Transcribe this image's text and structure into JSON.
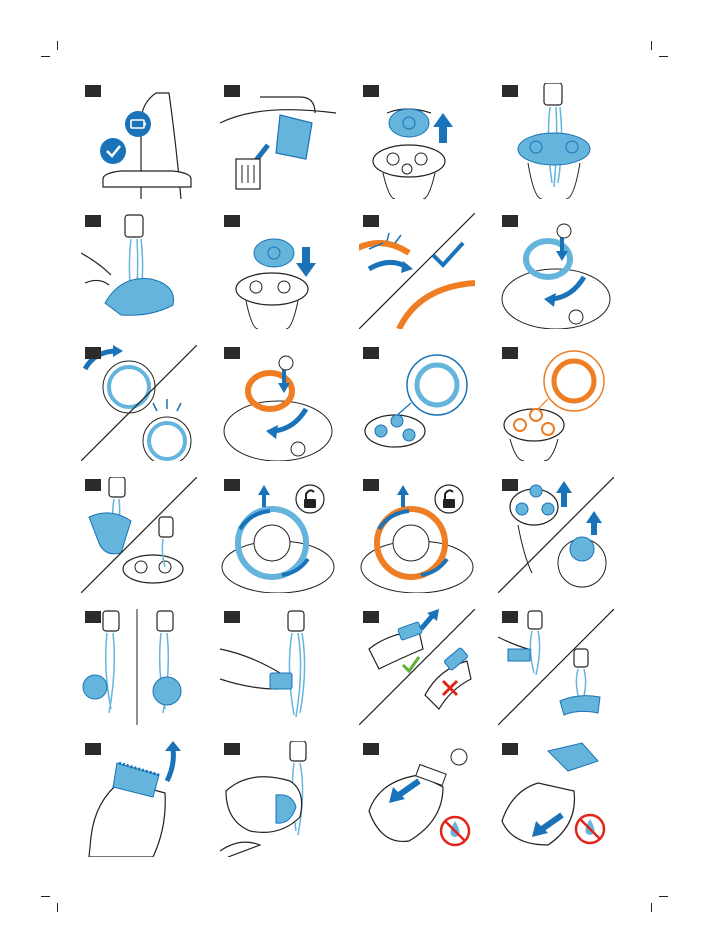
{
  "document": {
    "type": "illustrated cleaning instructions",
    "panel_count": 24,
    "rows": [
      {
        "panels": [
          {
            "icons": [
              "checkmark-badge-icon",
              "battery-icon",
              "shaver-in-stand"
            ]
          },
          {
            "icons": [
              "cartridge-remove-icon",
              "arrow-icon"
            ]
          },
          {
            "icons": [
              "shaving-head-lift-icon",
              "arrow-up-icon"
            ]
          },
          {
            "icons": [
              "water-rinse-icon",
              "shaving-unit"
            ]
          }
        ]
      },
      {
        "panels": [
          {
            "icons": [
              "water-rinse-icon",
              "hand-holding-head"
            ]
          },
          {
            "icons": [
              "shaving-head-attach-icon",
              "arrow-down-icon"
            ]
          },
          {
            "icons": [
              "orange-retaining-ring-icon",
              "checkmark-icon",
              "click-sparkle-icon"
            ]
          },
          {
            "icons": [
              "retaining-ring-icon",
              "rotate-arrow-icon"
            ]
          }
        ]
      },
      {
        "panels": [
          {
            "icons": [
              "rotate-arrow-icon",
              "click-sparkle-icon",
              "retaining-ring-icon"
            ]
          },
          {
            "icons": [
              "orange-retaining-ring-icon",
              "rotate-arrow-icon"
            ]
          },
          {
            "icons": [
              "shaving-head-icon",
              "retaining-ring-icon"
            ]
          },
          {
            "icons": [
              "shaving-head-icon",
              "orange-retaining-ring-icon"
            ]
          }
        ]
      },
      {
        "panels": [
          {
            "icons": [
              "water-rinse-icon",
              "shaving-head-icon"
            ]
          },
          {
            "icons": [
              "unlock-icon",
              "retaining-ring-icon",
              "arrow-up-icon"
            ]
          },
          {
            "icons": [
              "unlock-icon",
              "orange-retaining-ring-icon",
              "arrow-up-icon"
            ]
          },
          {
            "icons": [
              "arrow-up-icon",
              "cutter-icon"
            ]
          }
        ]
      },
      {
        "panels": [
          {
            "icons": [
              "water-rinse-icon",
              "cutter-icon"
            ]
          },
          {
            "icons": [
              "water-rinse-icon",
              "trimmer-icon"
            ]
          },
          {
            "icons": [
              "checkmark-icon",
              "cross-icon",
              "trimmer-attach-icon"
            ]
          },
          {
            "icons": [
              "water-rinse-icon",
              "comb-icon"
            ]
          }
        ]
      },
      {
        "panels": [
          {
            "icons": [
              "trimmer-head-icon",
              "rotate-arrow-icon"
            ]
          },
          {
            "icons": [
              "water-rinse-icon",
              "trimmer-head-icon"
            ]
          },
          {
            "icons": [
              "arrow-icon",
              "no-water-icon"
            ]
          },
          {
            "icons": [
              "comb-icon",
              "arrow-icon",
              "no-water-icon"
            ]
          }
        ]
      }
    ]
  },
  "colors": {
    "blue": "#1a73b8",
    "light_blue": "#64b4dc",
    "orange": "#ee7d23",
    "green": "#5db135",
    "red": "#e2231a",
    "line": "#222222",
    "number_box": "#2b2b2b"
  }
}
